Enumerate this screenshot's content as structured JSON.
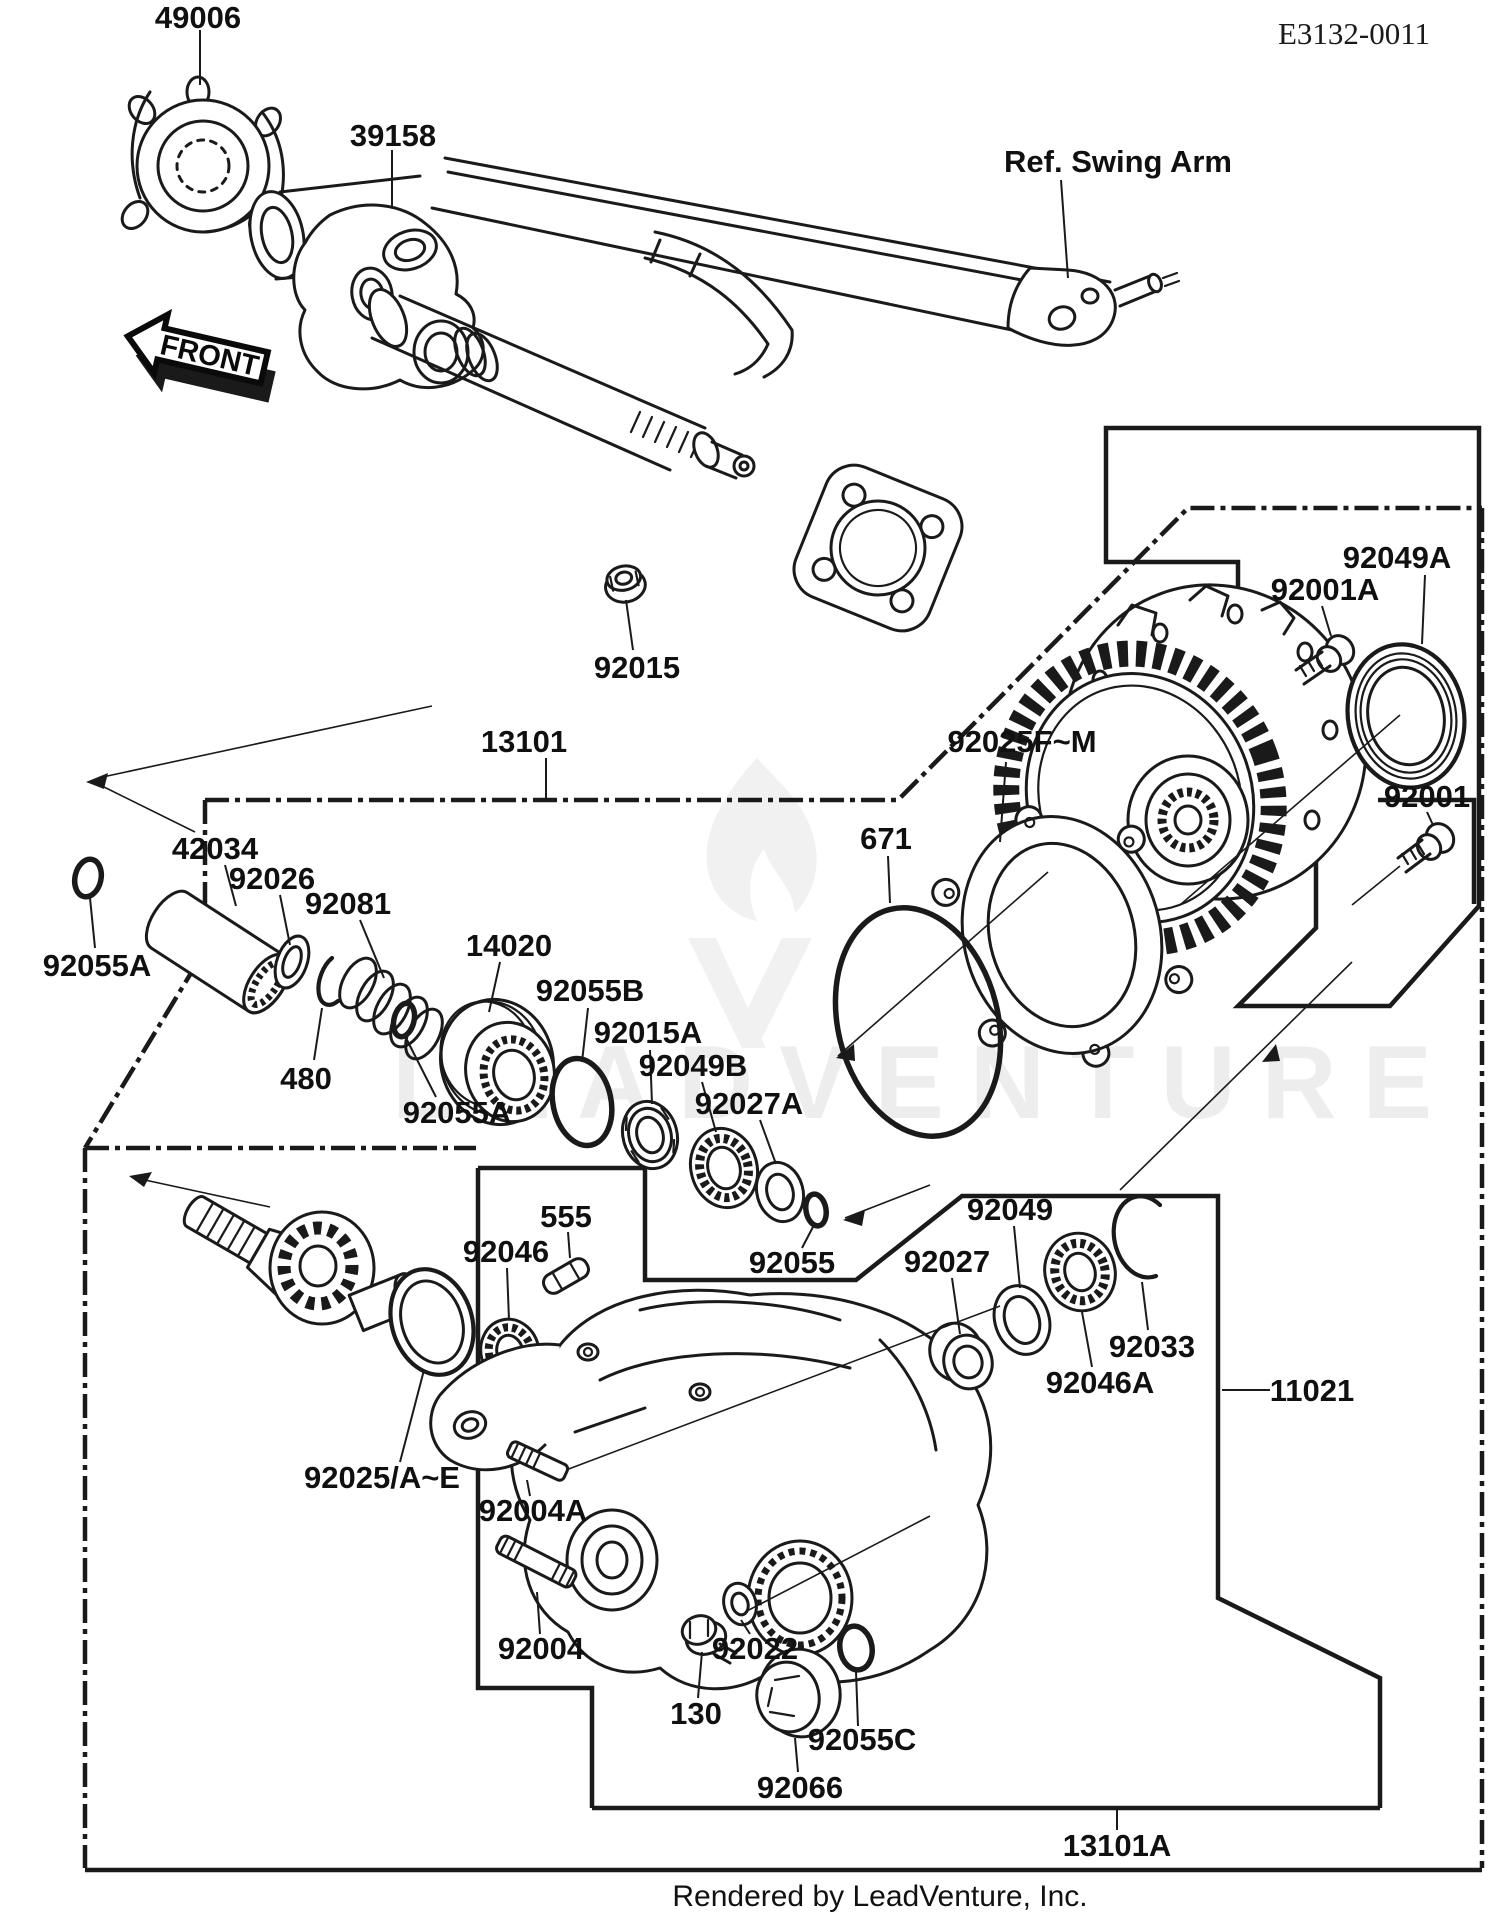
{
  "figure": {
    "code": "E3132-0011",
    "reference_note": "Ref. Swing Arm",
    "front_marker": "FRONT",
    "footer_credit": "Rendered by LeadVenture, Inc.",
    "watermark_text": "LEADVENTURE",
    "line_color": "#1a1a1a",
    "background_color": "#ffffff"
  },
  "part_labels": {
    "p49006": "49006",
    "p39158": "39158",
    "p92015": "92015",
    "p13101": "13101",
    "p42034": "42034",
    "p92026": "92026",
    "p92081": "92081",
    "p92055A": "92055A",
    "p480": "480",
    "p14020": "14020",
    "p92055B": "92055B",
    "p92015A": "92015A",
    "p92049B": "92049B",
    "p92027A": "92027A",
    "p92055": "92055",
    "p671": "671",
    "p92025FM": "92025F~M",
    "p92049A": "92049A",
    "p92001A": "92001A",
    "p92001": "92001",
    "p555": "555",
    "p92046": "92046",
    "p92049": "92049",
    "p92027": "92027",
    "p92033": "92033",
    "p92046A": "92046A",
    "p11021": "11021",
    "p92025AE": "92025/A~E",
    "p92004A": "92004A",
    "p92004": "92004",
    "p92022": "92022",
    "p130": "130",
    "p92066": "92066",
    "p92055C": "92055C",
    "p13101A": "13101A"
  }
}
